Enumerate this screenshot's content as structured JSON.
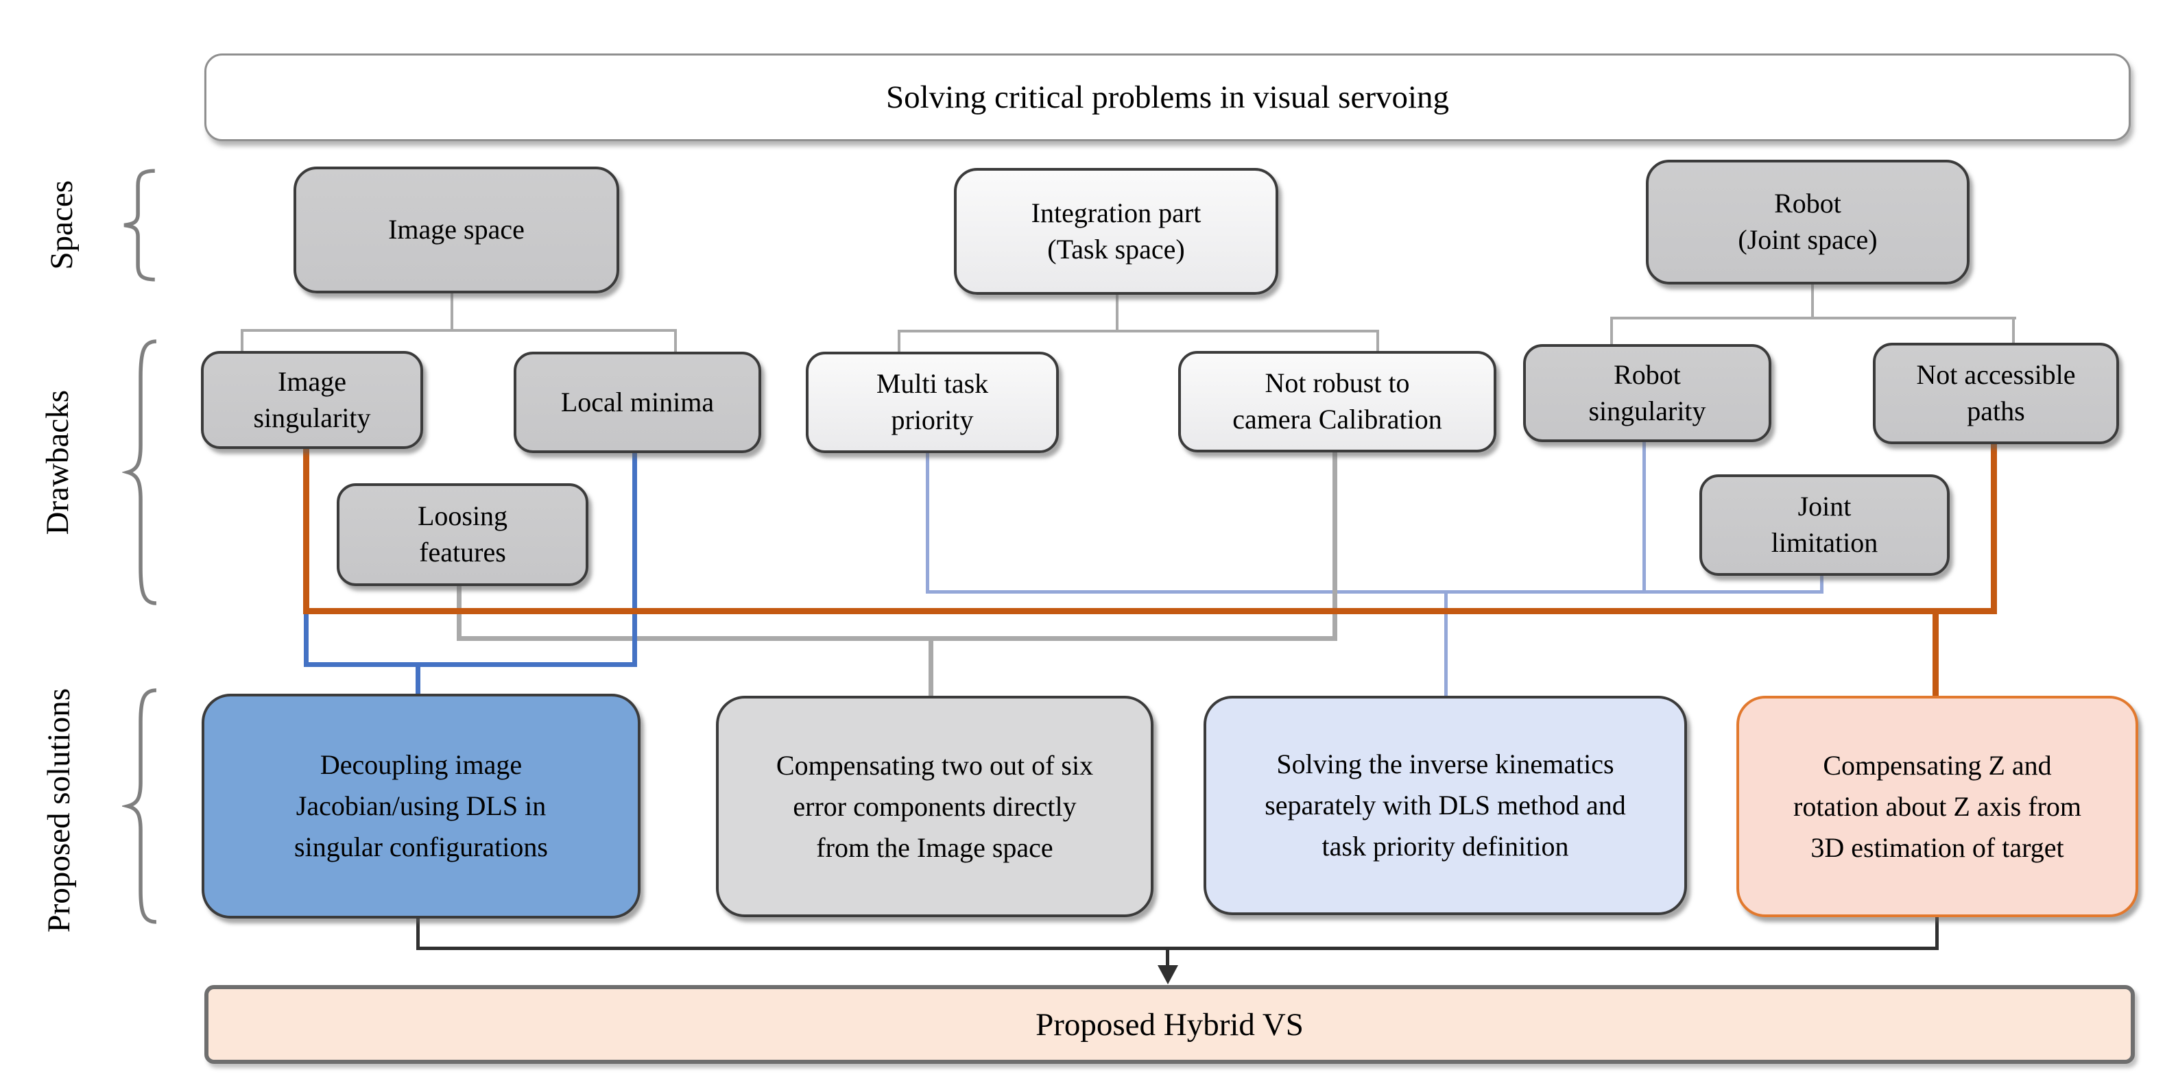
{
  "title": "Solving critical problems in visual servoing",
  "sections": {
    "spaces": "Spaces",
    "drawbacks": "Drawbacks",
    "solutions": "Proposed solutions"
  },
  "spaces": [
    {
      "id": "image-space",
      "lines": [
        "Image space"
      ]
    },
    {
      "id": "integration-part",
      "lines": [
        "Integration part",
        "(Task space)"
      ]
    },
    {
      "id": "robot",
      "lines": [
        "Robot",
        "(Joint space)"
      ]
    }
  ],
  "drawbacks": [
    {
      "id": "image-singularity",
      "lines": [
        "Image",
        "singularity"
      ]
    },
    {
      "id": "local-minima",
      "lines": [
        "Local minima"
      ]
    },
    {
      "id": "loosing-features",
      "lines": [
        "Loosing",
        "features"
      ]
    },
    {
      "id": "multi-task-priority",
      "lines": [
        "Multi task",
        "priority"
      ]
    },
    {
      "id": "not-robust-calibration",
      "lines": [
        "Not robust to",
        "camera Calibration"
      ]
    },
    {
      "id": "robot-singularity",
      "lines": [
        "Robot",
        "singularity"
      ]
    },
    {
      "id": "not-accessible-paths",
      "lines": [
        "Not accessible",
        "paths"
      ]
    },
    {
      "id": "joint-limitation",
      "lines": [
        "Joint",
        "limitation"
      ]
    }
  ],
  "solutions": [
    {
      "id": "decoupling-jacobian",
      "lines": [
        "Decoupling image",
        "Jacobian/using DLS in",
        "singular configurations"
      ]
    },
    {
      "id": "compensating-two-of-six",
      "lines": [
        "Compensating two out of six",
        "error components directly",
        "from the Image space"
      ]
    },
    {
      "id": "inverse-kinematics-dls",
      "lines": [
        "Solving the inverse kinematics",
        "separately with DLS method and",
        "task priority definition"
      ]
    },
    {
      "id": "compensating-z",
      "lines": [
        "Compensating Z and",
        "rotation about Z axis from",
        "3D estimation of target"
      ]
    }
  ],
  "bottom_bar": "Proposed Hybrid VS",
  "colors": {
    "accent_orange": "#C45911",
    "accent_blue": "#4472C4",
    "pale_blue": "#94A7D8",
    "gray_line": "#A9A9A9",
    "black_line": "#303030",
    "box_dark_top": "#CDCDCE",
    "box_dark_bottom": "#C6C6C8",
    "box_light": "#EAEAEC",
    "sol_blue": "#78A4D8",
    "sol_gray": "#D9D9DA",
    "sol_lavender": "#DCE4F7",
    "sol_pink": "#FADCD2",
    "pink_border": "#E2792E",
    "bar_fill": "#FCE7D9",
    "brace_gray": "#7F7F7F"
  }
}
